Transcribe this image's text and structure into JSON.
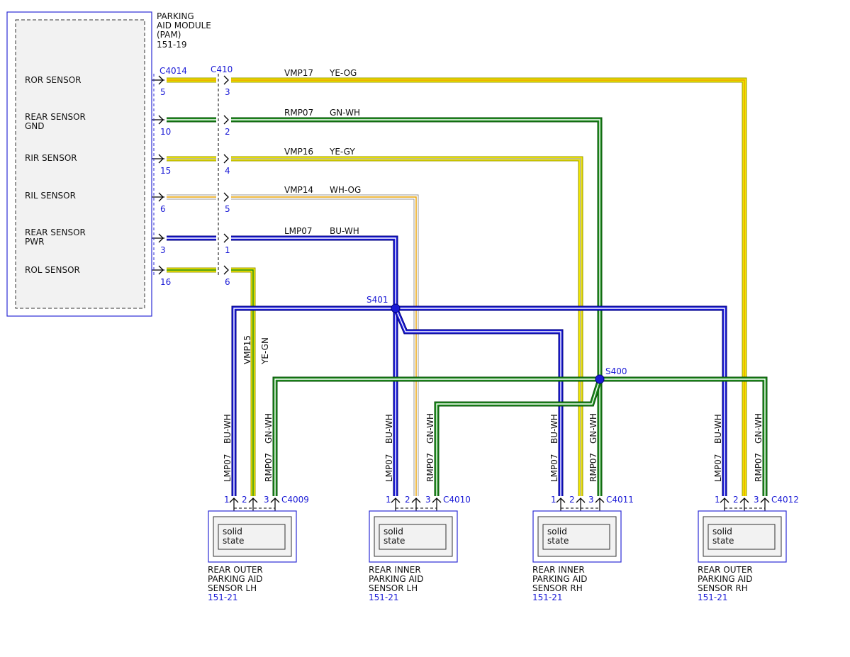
{
  "module": {
    "name_lines": [
      "PARKING",
      "AID MODULE",
      "(PAM)"
    ],
    "ref": "151-19",
    "pins": [
      {
        "label_lines": [
          "ROR SENSOR"
        ]
      },
      {
        "label_lines": [
          "REAR SENSOR",
          "GND"
        ]
      },
      {
        "label_lines": [
          "RIR SENSOR"
        ]
      },
      {
        "label_lines": [
          "RIL SENSOR"
        ]
      },
      {
        "label_lines": [
          "REAR SENSOR",
          "PWR"
        ]
      },
      {
        "label_lines": [
          "ROL SENSOR"
        ]
      }
    ]
  },
  "connectors": {
    "module_side": "C4014",
    "inline": "C410"
  },
  "wires": [
    {
      "circuit": "VMP17",
      "color_code": "YE-OG",
      "pam_pin": "5",
      "c410_pin": "3",
      "fill": "#f2e600",
      "stripe": "#e8a000",
      "edge": "#9a9a00"
    },
    {
      "circuit": "RMP07",
      "color_code": "GN-WH",
      "pam_pin": "10",
      "c410_pin": "2",
      "fill": "#1a8a1a",
      "stripe": "#ffffff",
      "edge": "#0b4d0b"
    },
    {
      "circuit": "VMP16",
      "color_code": "YE-GY",
      "pam_pin": "15",
      "c410_pin": "4",
      "fill": "#f2e600",
      "stripe": "#b0b0b0",
      "edge": "#9a9a00"
    },
    {
      "circuit": "VMP14",
      "color_code": "WH-OG",
      "pam_pin": "6",
      "c410_pin": "5",
      "fill": "#ffffff",
      "stripe": "#e8a000",
      "edge": "#999999"
    },
    {
      "circuit": "LMP07",
      "color_code": "BU-WH",
      "pam_pin": "3",
      "c410_pin": "1",
      "fill": "#1a1ad6",
      "stripe": "#ffffff",
      "edge": "#00007a"
    },
    {
      "circuit": "VMP15",
      "color_code": "YE-GN",
      "pam_pin": "16",
      "c410_pin": "6",
      "fill": "#f2e600",
      "stripe": "#1a8a1a",
      "edge": "#9a9a00"
    }
  ],
  "splices": {
    "power": "S401",
    "ground": "S400"
  },
  "sensor_wires": {
    "pwr": {
      "circuit": "LMP07",
      "color_code": "BU-WH"
    },
    "gnd": {
      "circuit": "RMP07",
      "color_code": "GN-WH"
    }
  },
  "sensors": [
    {
      "connector": "C4009",
      "pins": [
        "1",
        "2",
        "3"
      ],
      "inner_text_lines": [
        "solid",
        "state"
      ],
      "name_lines": [
        "REAR OUTER",
        "PARKING AID",
        "SENSOR LH"
      ],
      "ref": "151-21"
    },
    {
      "connector": "C4010",
      "pins": [
        "1",
        "2",
        "3"
      ],
      "inner_text_lines": [
        "solid",
        "state"
      ],
      "name_lines": [
        "REAR INNER",
        "PARKING AID",
        "SENSOR LH"
      ],
      "ref": "151-21"
    },
    {
      "connector": "C4011",
      "pins": [
        "1",
        "2",
        "3"
      ],
      "inner_text_lines": [
        "solid",
        "state"
      ],
      "name_lines": [
        "REAR INNER",
        "PARKING AID",
        "SENSOR RH"
      ],
      "ref": "151-21"
    },
    {
      "connector": "C4012",
      "pins": [
        "1",
        "2",
        "3"
      ],
      "inner_text_lines": [
        "solid",
        "state"
      ],
      "name_lines": [
        "REAR OUTER",
        "PARKING AID",
        "SENSOR RH"
      ],
      "ref": "151-21"
    }
  ]
}
